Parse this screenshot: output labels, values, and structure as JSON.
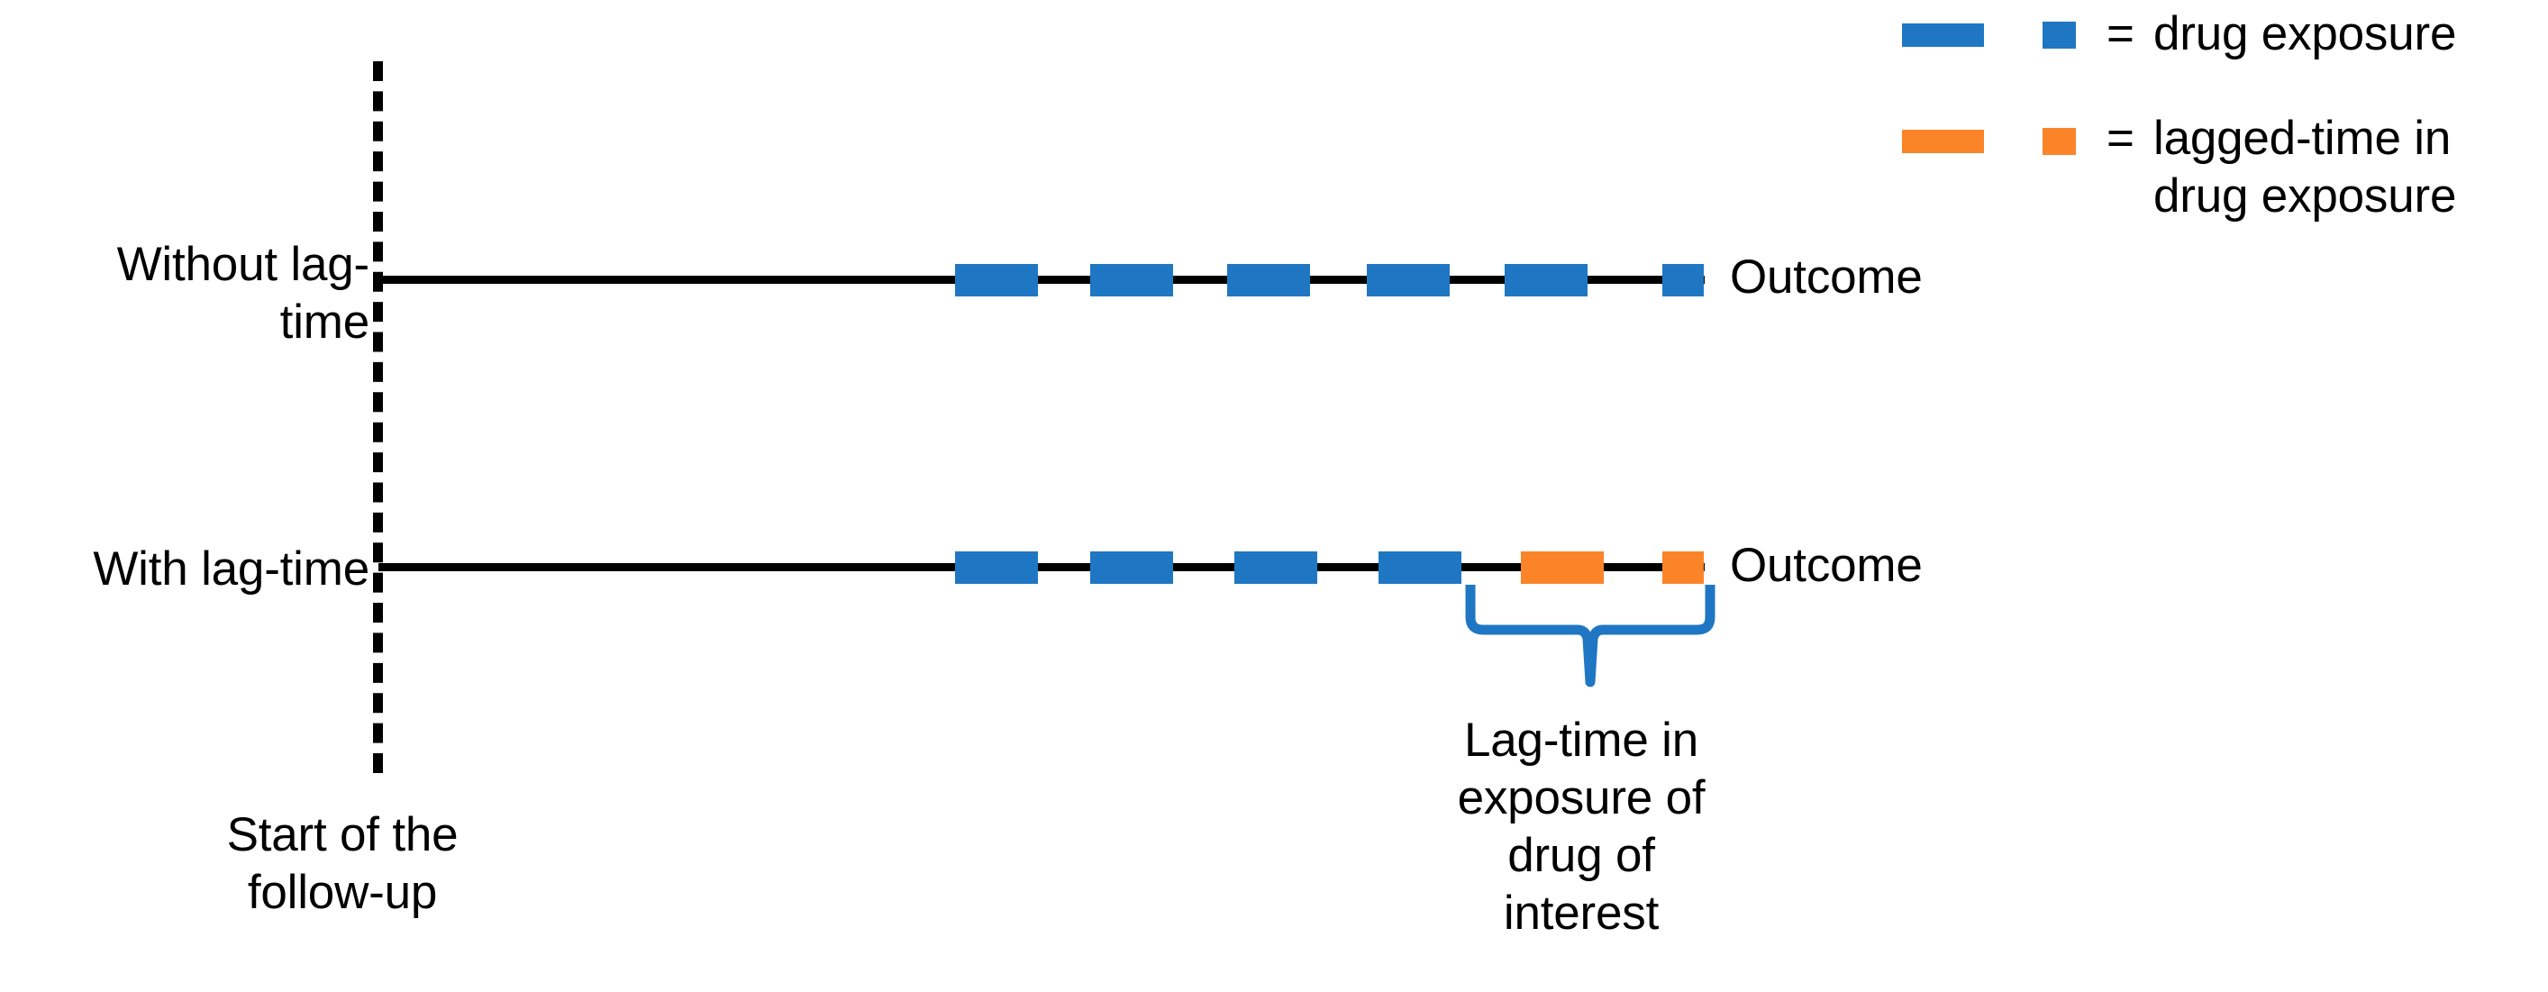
{
  "figure": {
    "type": "timeline-diagram",
    "background": "#ffffff",
    "colors": {
      "drug_exposure": "#1F77C4",
      "lagged_time": "#FB8429",
      "timeline": "#000000",
      "brace": "#1F77C4",
      "text": "#000000"
    }
  },
  "start_marker": {
    "label": "Start of the\nfollow-up",
    "style": "dashed-vertical-line"
  },
  "rows": [
    {
      "id": "without-lag-time",
      "label": "Without lag-\ntime",
      "outcome_label": "Outcome",
      "segments": [
        {
          "kind": "drug-exposure",
          "color": "#1F77C4"
        },
        {
          "kind": "drug-exposure",
          "color": "#1F77C4"
        },
        {
          "kind": "drug-exposure",
          "color": "#1F77C4"
        },
        {
          "kind": "drug-exposure",
          "color": "#1F77C4"
        },
        {
          "kind": "drug-exposure",
          "color": "#1F77C4"
        },
        {
          "kind": "drug-exposure",
          "color": "#1F77C4"
        }
      ]
    },
    {
      "id": "with-lag-time",
      "label": "With lag-time",
      "outcome_label": "Outcome",
      "segments": [
        {
          "kind": "drug-exposure",
          "color": "#1F77C4"
        },
        {
          "kind": "drug-exposure",
          "color": "#1F77C4"
        },
        {
          "kind": "drug-exposure",
          "color": "#1F77C4"
        },
        {
          "kind": "drug-exposure",
          "color": "#1F77C4"
        },
        {
          "kind": "lagged-time",
          "color": "#FB8429"
        },
        {
          "kind": "lagged-time",
          "color": "#FB8429"
        }
      ],
      "brace_caption": "Lag-time in\nexposure of\ndrug of\ninterest"
    }
  ],
  "legend": {
    "items": [
      {
        "id": "drug-exposure",
        "color": "#1F77C4",
        "equals": "=",
        "label": "drug exposure"
      },
      {
        "id": "lagged-time",
        "color": "#FB8429",
        "equals": "=",
        "label": "lagged-time in\ndrug exposure"
      }
    ]
  }
}
